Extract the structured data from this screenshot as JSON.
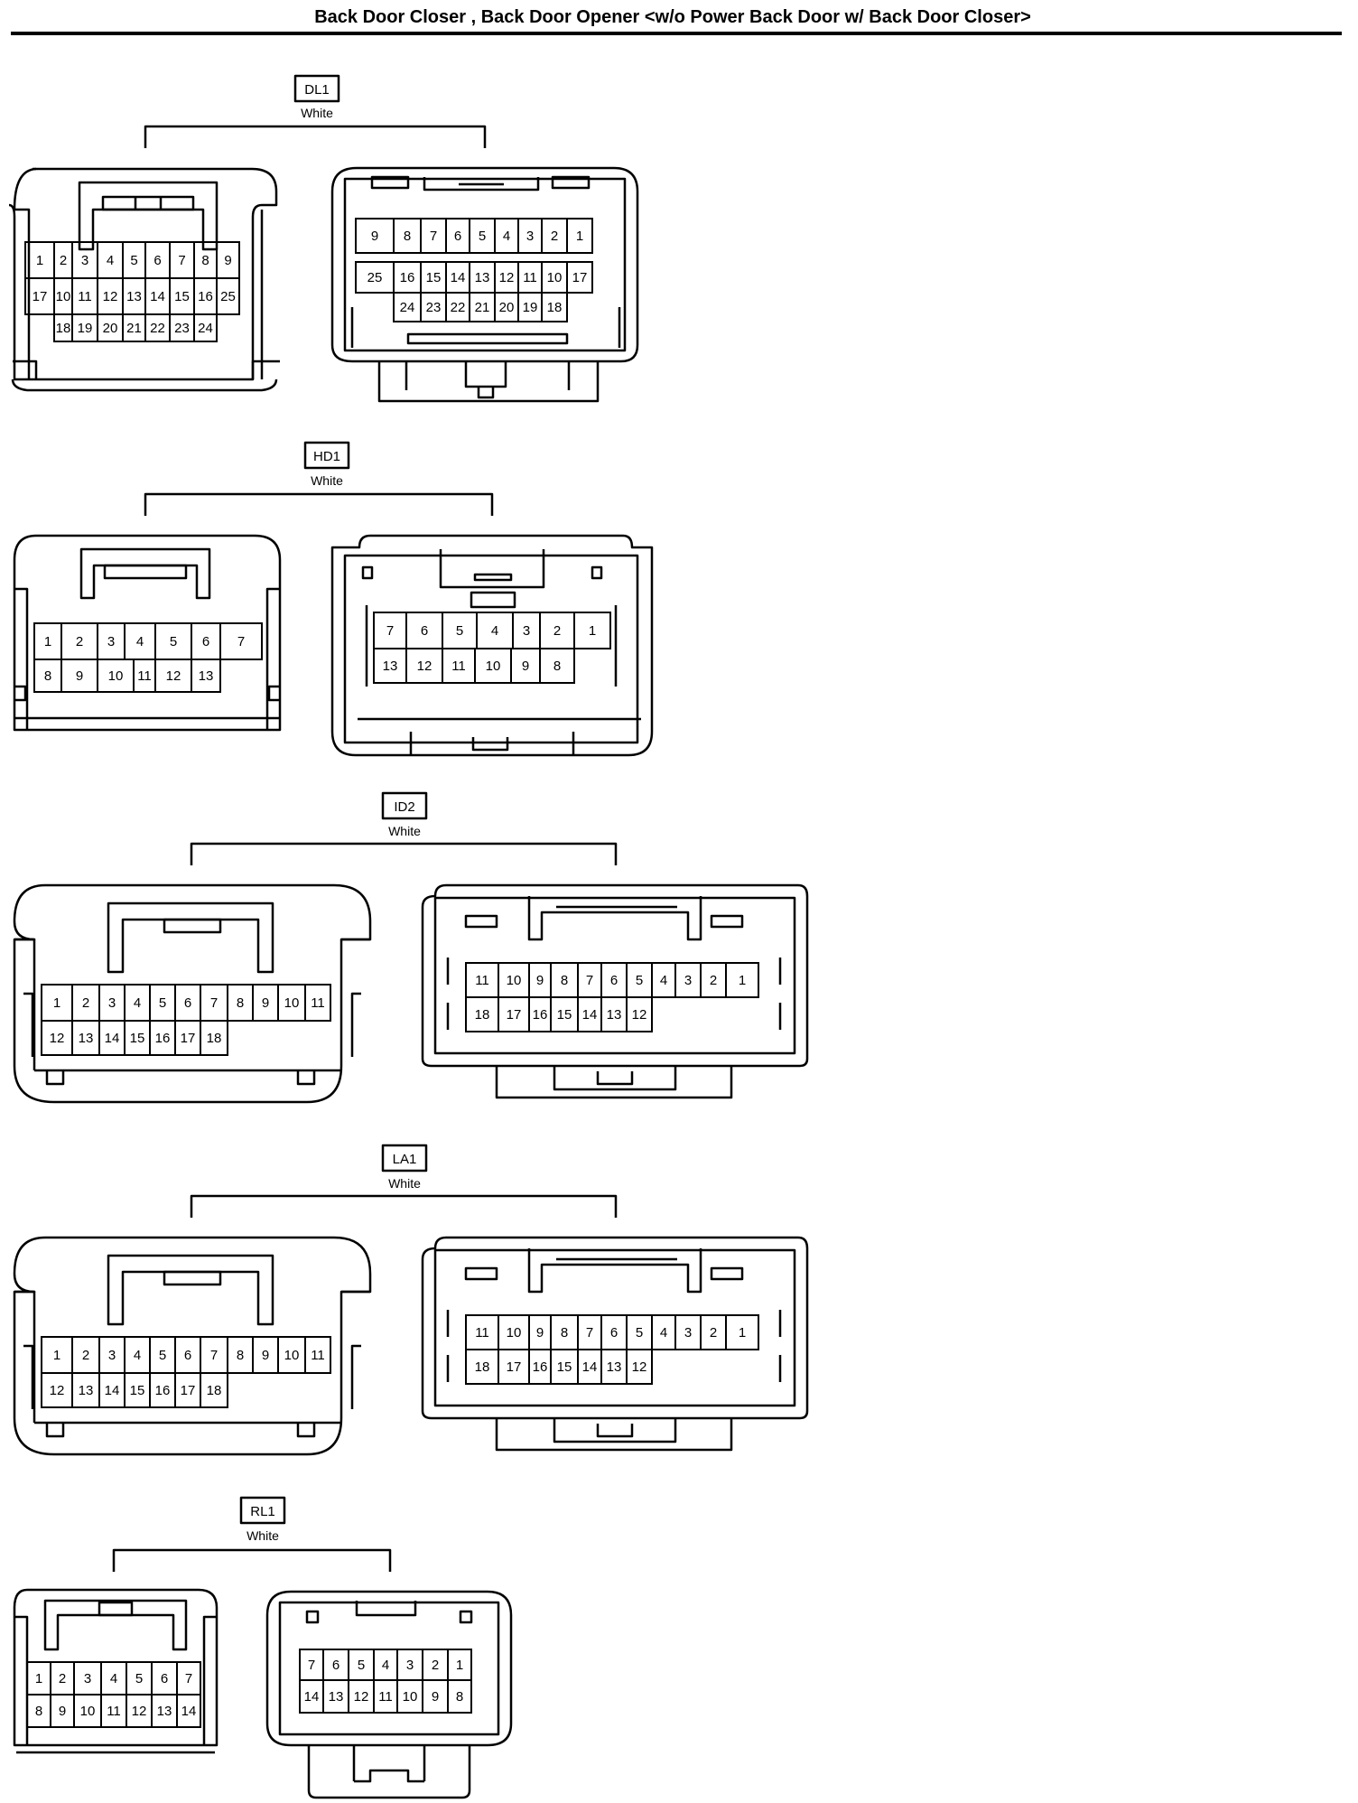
{
  "page": {
    "title": "Back Door Closer , Back Door Opener <w/o Power Back Door w/ Back Door Closer>"
  },
  "connectors": [
    {
      "id": "DL1",
      "color": "White",
      "left_pins": [
        [
          "1",
          "2",
          "3",
          "4",
          "5",
          "6",
          "7",
          "8",
          "9"
        ],
        [
          "17",
          "10",
          "11",
          "12",
          "13",
          "14",
          "15",
          "16",
          "25"
        ],
        [
          "18",
          "19",
          "20",
          "21",
          "22",
          "23",
          "24"
        ]
      ],
      "right_pins": [
        [
          "9",
          "8",
          "7",
          "6",
          "5",
          "4",
          "3",
          "2",
          "1"
        ],
        [
          "25",
          "16",
          "15",
          "14",
          "13",
          "12",
          "11",
          "10",
          "17"
        ],
        [
          "24",
          "23",
          "22",
          "21",
          "20",
          "19",
          "18"
        ]
      ]
    },
    {
      "id": "HD1",
      "color": "White",
      "left_pins": [
        [
          "1",
          "2",
          "3",
          "4",
          "5",
          "6",
          "7"
        ],
        [
          "8",
          "9",
          "10",
          "11",
          "12",
          "13"
        ]
      ],
      "right_pins": [
        [
          "7",
          "6",
          "5",
          "4",
          "3",
          "2",
          "1"
        ],
        [
          "13",
          "12",
          "11",
          "10",
          "9",
          "8"
        ]
      ]
    },
    {
      "id": "ID2",
      "color": "White",
      "left_pins": [
        [
          "1",
          "2",
          "3",
          "4",
          "5",
          "6",
          "7",
          "8",
          "9",
          "10",
          "11"
        ],
        [
          "12",
          "13",
          "14",
          "15",
          "16",
          "17",
          "18"
        ]
      ],
      "right_pins": [
        [
          "11",
          "10",
          "9",
          "8",
          "7",
          "6",
          "5",
          "4",
          "3",
          "2",
          "1"
        ],
        [
          "18",
          "17",
          "16",
          "15",
          "14",
          "13",
          "12"
        ]
      ]
    },
    {
      "id": "LA1",
      "color": "White",
      "left_pins": [
        [
          "1",
          "2",
          "3",
          "4",
          "5",
          "6",
          "7",
          "8",
          "9",
          "10",
          "11"
        ],
        [
          "12",
          "13",
          "14",
          "15",
          "16",
          "17",
          "18"
        ]
      ],
      "right_pins": [
        [
          "11",
          "10",
          "9",
          "8",
          "7",
          "6",
          "5",
          "4",
          "3",
          "2",
          "1"
        ],
        [
          "18",
          "17",
          "16",
          "15",
          "14",
          "13",
          "12"
        ]
      ]
    },
    {
      "id": "RL1",
      "color": "White",
      "left_pins": [
        [
          "1",
          "2",
          "3",
          "4",
          "5",
          "6",
          "7"
        ],
        [
          "8",
          "9",
          "10",
          "11",
          "12",
          "13",
          "14"
        ]
      ],
      "right_pins": [
        [
          "7",
          "6",
          "5",
          "4",
          "3",
          "2",
          "1"
        ],
        [
          "14",
          "13",
          "12",
          "11",
          "10",
          "9",
          "8"
        ]
      ]
    }
  ]
}
